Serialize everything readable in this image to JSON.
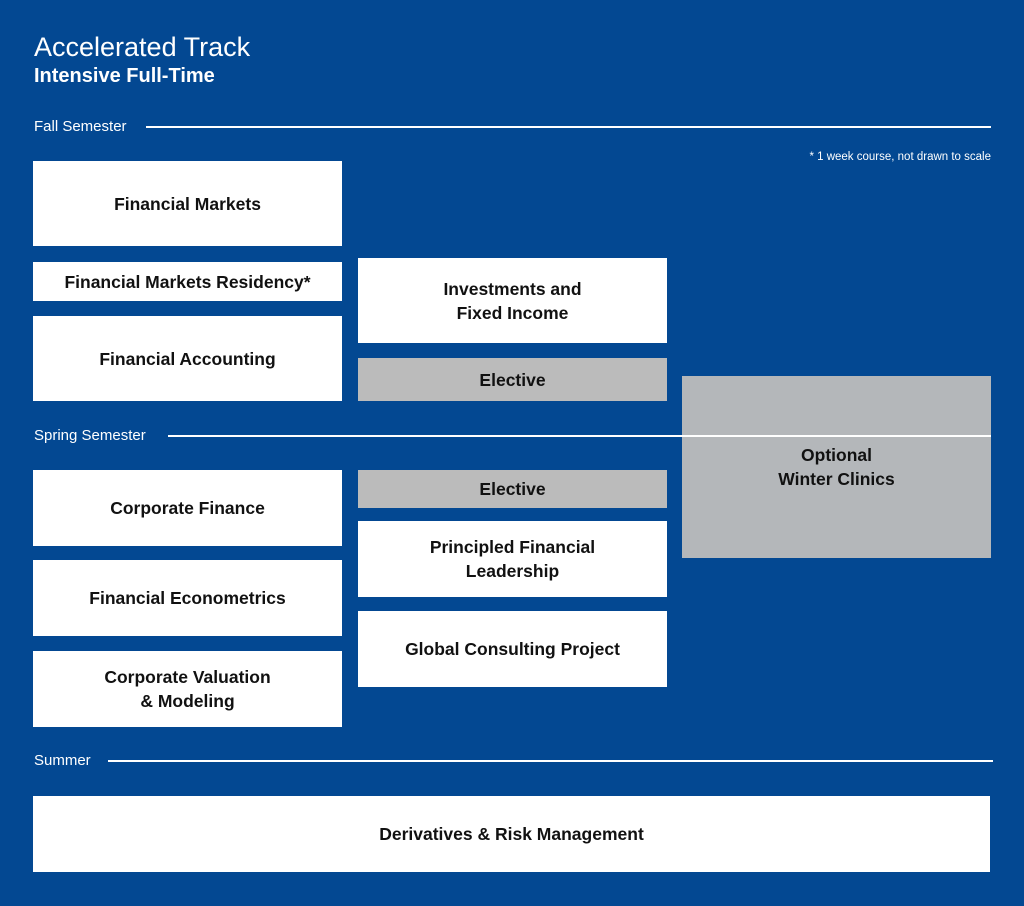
{
  "header": {
    "title": "Accelerated Track",
    "subtitle": "Intensive Full-Time"
  },
  "semesters": {
    "fall": "Fall Semester",
    "spring": "Spring Semester",
    "summer": "Summer"
  },
  "footnote": "* 1 week course, not drawn to scale",
  "courses": {
    "financial_markets": "Financial Markets",
    "financial_markets_residency": "Financial Markets Residency*",
    "financial_accounting": "Financial Accounting",
    "investments_fixed_income": "Investments and\nFixed Income",
    "fall_elective": "Elective",
    "winter_clinics": "Optional\nWinter Clinics",
    "corporate_finance": "Corporate Finance",
    "financial_econometrics": "Financial Econometrics",
    "corporate_valuation": "Corporate Valuation\n& Modeling",
    "spring_elective": "Elective",
    "principled_leadership": "Principled Financial\nLeadership",
    "global_consulting": "Global Consulting Project",
    "derivatives_risk": "Derivatives & Risk Management"
  },
  "colors": {
    "background": "#034892",
    "core_course": "#ffffff",
    "elective_course": "#bbbbbb"
  }
}
